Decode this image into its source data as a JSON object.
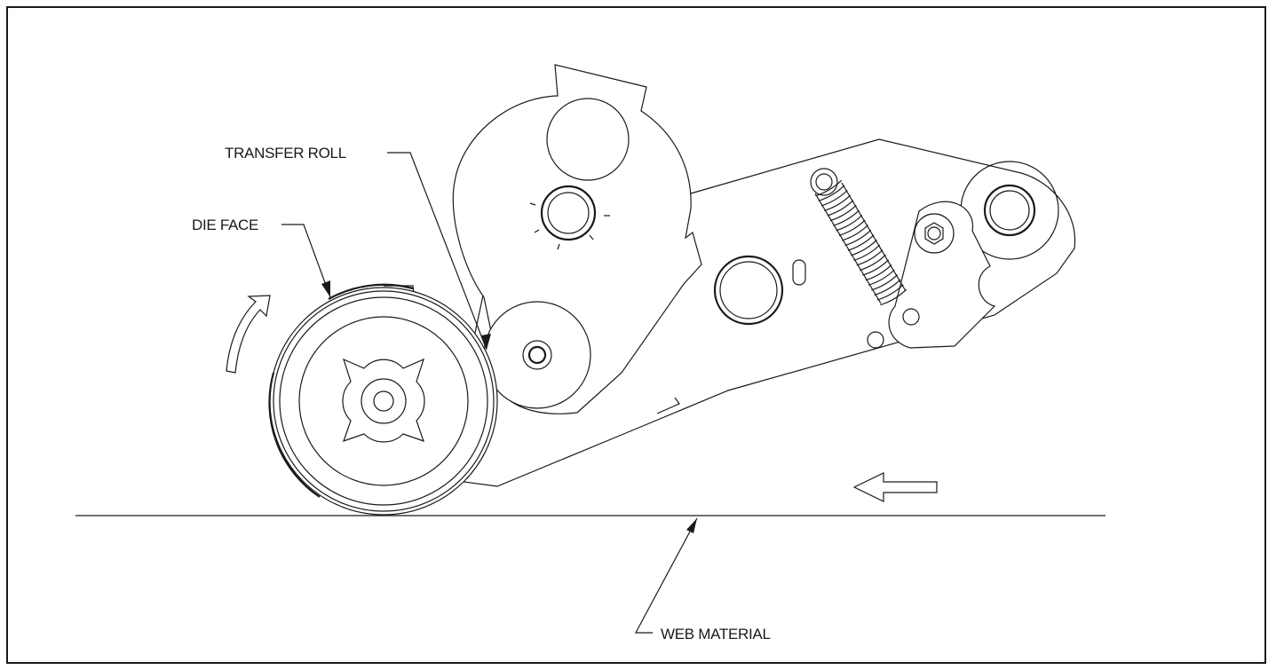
{
  "labels": {
    "transfer_roll": "TRANSFER ROLL",
    "die_face": "DIE FACE",
    "web_material": "WEB MATERIAL"
  },
  "colors": {
    "line": "#1a1a1a",
    "background": "#ffffff"
  }
}
